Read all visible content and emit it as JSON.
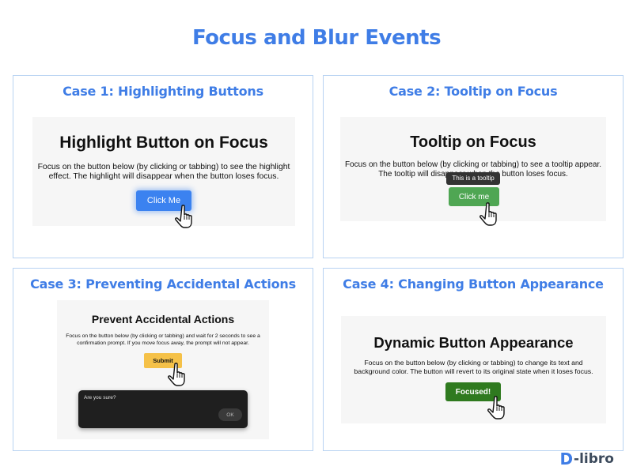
{
  "title": "Focus and Blur Events",
  "brand": {
    "mark": "D",
    "text": "-libro"
  },
  "cases": [
    {
      "title": "Case 1: Highlighting Buttons",
      "heading": "Highlight Button on Focus",
      "description": "Focus on the button below (by clicking or tabbing) to see the highlight effect. The highlight will disappear when the button loses focus.",
      "button_label": "Click Me"
    },
    {
      "title": "Case 2: Tooltip on Focus",
      "heading": "Tooltip on Focus",
      "description": "Focus on the button below (by clicking or tabbing) to see a tooltip appear. The tooltip will disappear when the button loses focus.",
      "tooltip": "This is a tooltip",
      "button_label": "Click me"
    },
    {
      "title": "Case 3: Preventing Accidental Actions",
      "heading": "Prevent Accidental Actions",
      "description": "Focus on the button below (by clicking or tabbing) and wait for 2 seconds to see a confirmation prompt. If you move focus away, the prompt will not appear.",
      "button_label": "Submit",
      "dialog_text": "Are you sure?",
      "dialog_ok": "OK"
    },
    {
      "title": "Case 4: Changing Button Appearance",
      "heading": "Dynamic Button Appearance",
      "description": "Focus on the button below (by clicking or tabbing) to change its text and background color. The button will revert to its original state when it loses focus.",
      "button_label": "Focused!"
    }
  ],
  "colors": {
    "accent": "#3f7de6",
    "card_border": "#b8d3f2",
    "case1_button": "#3b82f0",
    "case2_button": "#4fa653",
    "case3_button": "#f5c148",
    "case4_button": "#2f7a1f"
  },
  "icons": {
    "cursor": "hand-pointer-icon"
  }
}
